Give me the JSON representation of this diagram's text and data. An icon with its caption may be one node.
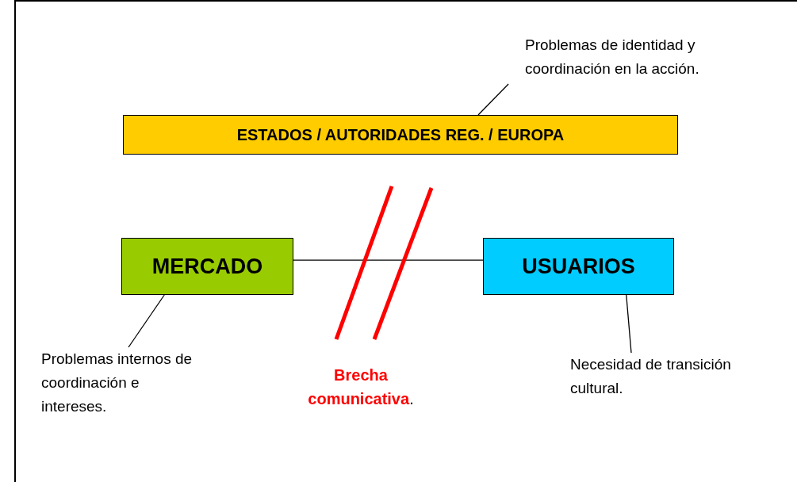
{
  "diagram": {
    "nodes": [
      {
        "text": [
          "ESTADOS / AUTORIDADES REG. / EUROPA"
        ]
      },
      {
        "text": [
          "MERCADO"
        ]
      },
      {
        "text": [
          "USUARIOS"
        ]
      },
      {
        "text": [
          "Problemas de identidad y coordinación en la acción."
        ]
      },
      {
        "text": [
          "Problemas internos de coordinación e intereses."
        ]
      },
      {
        "text": [
          "Necesidad de transición cultural."
        ]
      }
    ],
    "edges": [
      {
        "from": 1,
        "to": 2,
        "arrow": "none"
      },
      {
        "from": 3,
        "to": 0,
        "arrow": "none"
      },
      {
        "from": 4,
        "to": 1,
        "arrow": "none"
      },
      {
        "from": 5,
        "to": 2,
        "arrow": "none"
      }
    ],
    "labels": [
      "**Brecha comunicativa**."
    ]
  }
}
